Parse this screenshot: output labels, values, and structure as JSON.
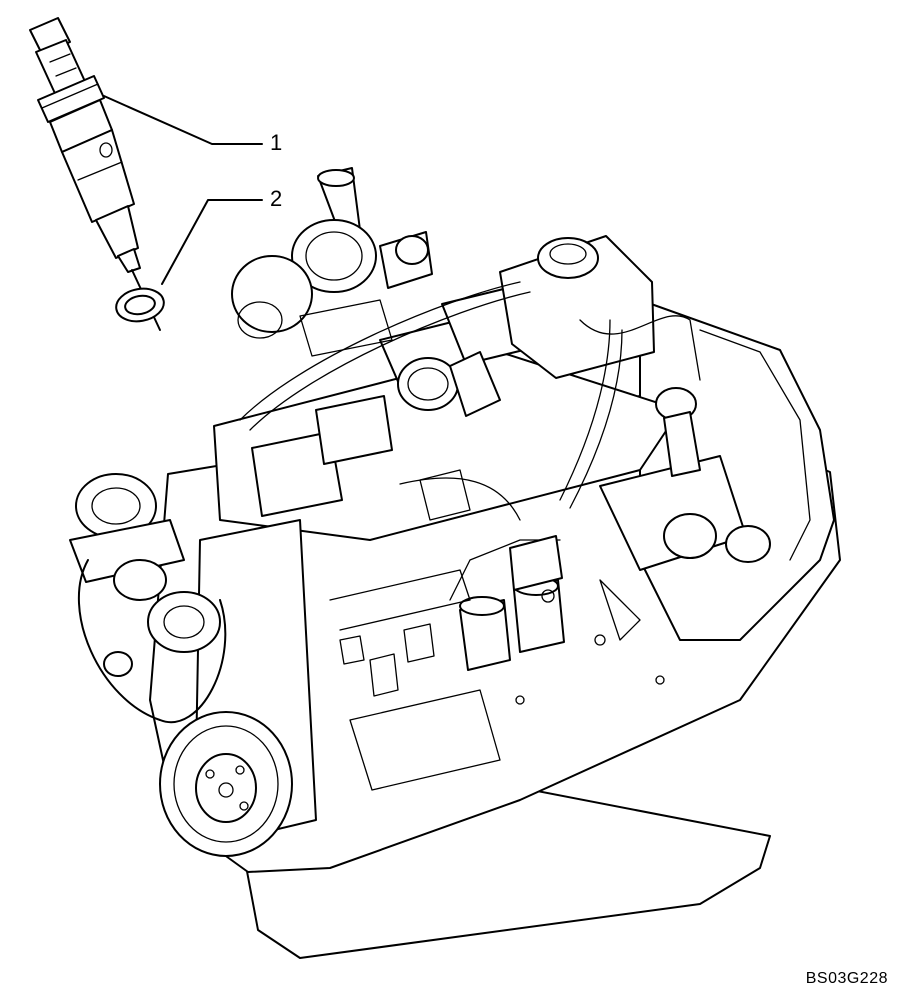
{
  "callouts": [
    {
      "id": "1",
      "label": "1"
    },
    {
      "id": "2",
      "label": "2"
    }
  ],
  "reference_code": "BS03G228",
  "colors": {
    "line": "#000000",
    "background": "#ffffff"
  }
}
